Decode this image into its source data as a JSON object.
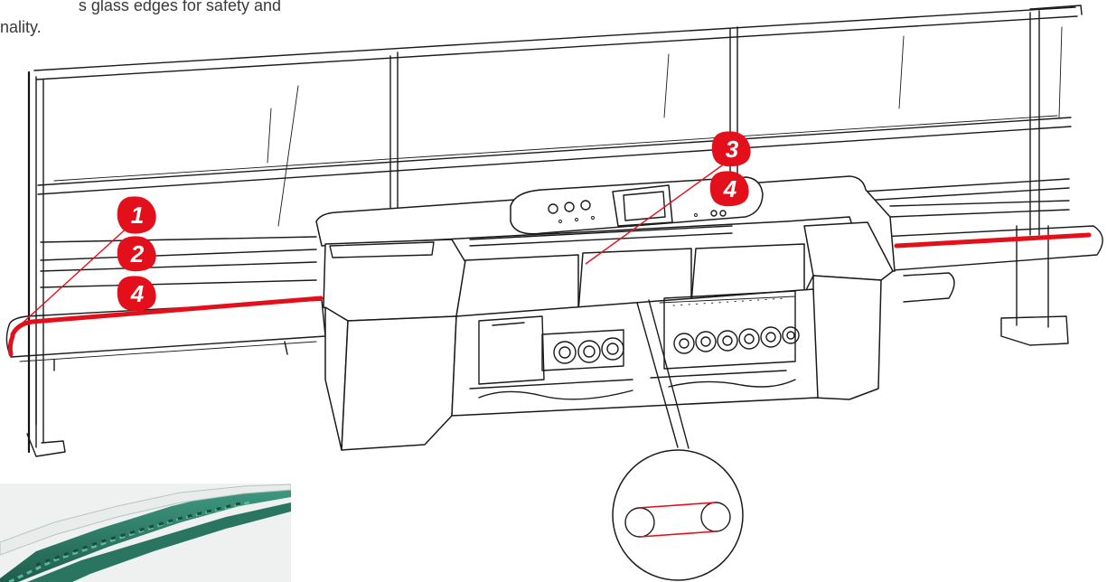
{
  "caption": {
    "line1": "s glass edges for safety and",
    "line2": "nality."
  },
  "callouts": [
    {
      "id": "callout-1",
      "label": "1"
    },
    {
      "id": "callout-2",
      "label": "2"
    },
    {
      "id": "callout-4-left",
      "label": "4"
    },
    {
      "id": "callout-3",
      "label": "3"
    },
    {
      "id": "callout-4-right",
      "label": "4"
    }
  ],
  "colors": {
    "accent": "#e3101c",
    "ink": "#1a1a1a",
    "belt": "#2f7f68",
    "background": "#ffffff"
  },
  "photo": {
    "icon": "toothed-belt-photo"
  },
  "detail": {
    "icon": "belt-loop-detail-icon"
  }
}
